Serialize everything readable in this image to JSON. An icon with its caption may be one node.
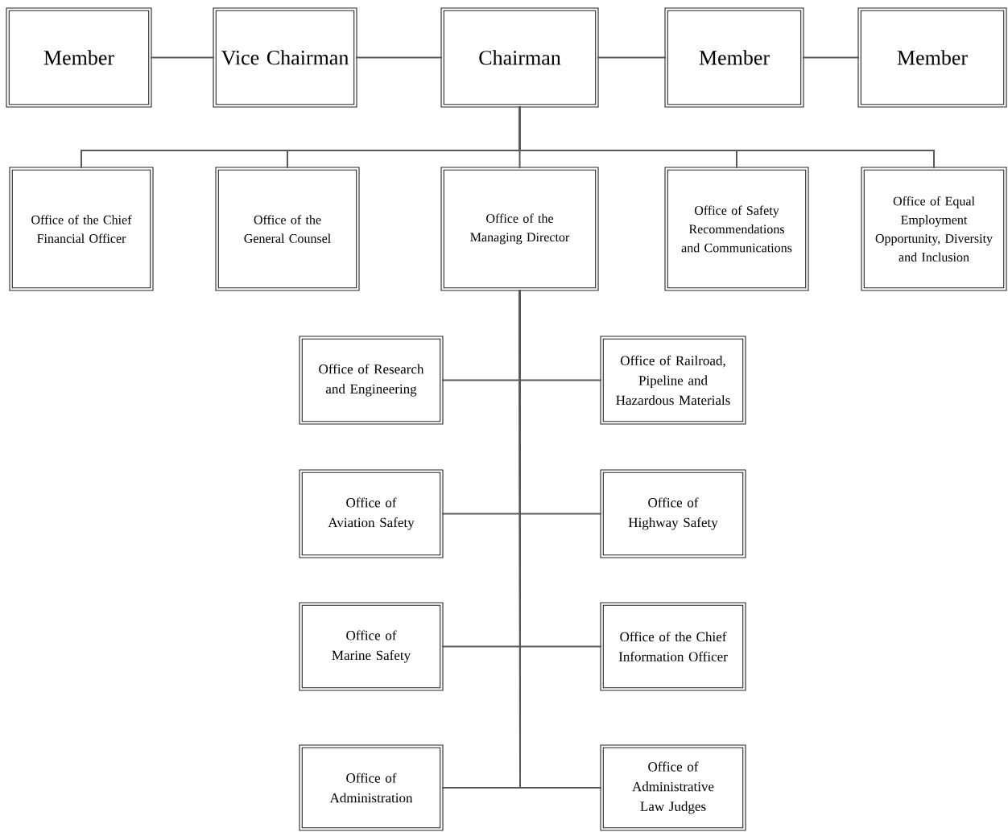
{
  "diagram": {
    "nodes": [
      {
        "text": [
          "Member"
        ]
      },
      {
        "text": [
          "Vice Chairman"
        ]
      },
      {
        "text": [
          "Chairman"
        ]
      },
      {
        "text": [
          "Member"
        ]
      },
      {
        "text": [
          "Member"
        ]
      },
      {
        "text": [
          "Office of the Chief Financial Officer"
        ]
      },
      {
        "text": [
          "Office of the General Counsel"
        ]
      },
      {
        "text": [
          "Office of the Managing Director"
        ]
      },
      {
        "text": [
          "Office of Safety Recommendations and Communications"
        ]
      },
      {
        "text": [
          "Office of Equal Employment Opportunity, Diversity and Inclusion"
        ]
      },
      {
        "text": [
          "Office of Research and Engineering"
        ]
      },
      {
        "text": [
          "Office of Railroad, Pipeline and Hazardous Materials"
        ]
      },
      {
        "text": [
          "Office of Aviation Safety"
        ]
      },
      {
        "text": [
          "Office of Highway Safety"
        ]
      },
      {
        "text": [
          "Office of Marine Safety"
        ]
      },
      {
        "text": [
          "Office of the Chief Information Officer"
        ]
      },
      {
        "text": [
          "Office of Administration"
        ]
      },
      {
        "text": [
          "Office of Administrative Law Judges"
        ]
      }
    ],
    "edges": [
      {
        "from": 0,
        "to": 1,
        "arrow": "none"
      },
      {
        "from": 1,
        "to": 2,
        "arrow": "none"
      },
      {
        "from": 2,
        "to": 3,
        "arrow": "none"
      },
      {
        "from": 3,
        "to": 4,
        "arrow": "none"
      },
      {
        "from": 2,
        "to": 5,
        "arrow": "none"
      },
      {
        "from": 2,
        "to": 6,
        "arrow": "none"
      },
      {
        "from": 2,
        "to": 7,
        "arrow": "none"
      },
      {
        "from": 2,
        "to": 8,
        "arrow": "none"
      },
      {
        "from": 2,
        "to": 9,
        "arrow": "none"
      },
      {
        "from": 7,
        "to": 10,
        "arrow": "none"
      },
      {
        "from": 7,
        "to": 11,
        "arrow": "none"
      },
      {
        "from": 7,
        "to": 12,
        "arrow": "none"
      },
      {
        "from": 7,
        "to": 13,
        "arrow": "none"
      },
      {
        "from": 7,
        "to": 14,
        "arrow": "none"
      },
      {
        "from": 7,
        "to": 15,
        "arrow": "none"
      },
      {
        "from": 7,
        "to": 16,
        "arrow": "none"
      },
      {
        "from": 7,
        "to": 17,
        "arrow": "none"
      }
    ]
  }
}
